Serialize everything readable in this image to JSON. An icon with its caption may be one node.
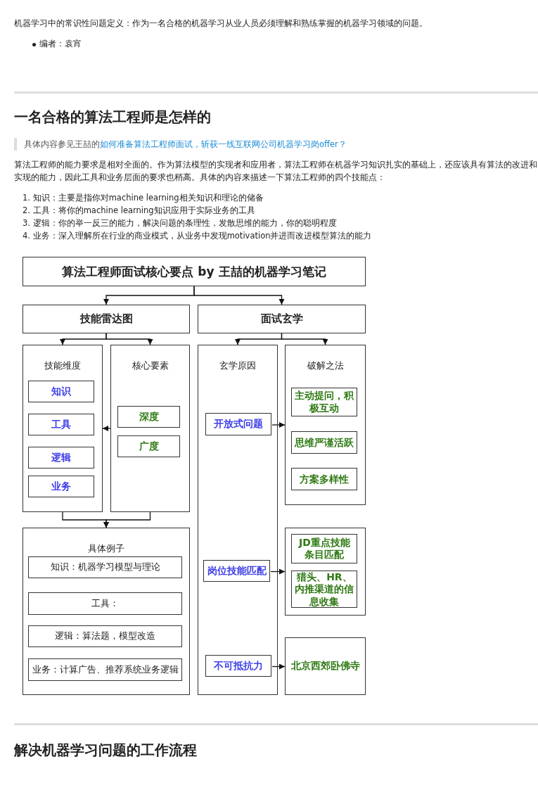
{
  "diagram": {
    "nodes": [
      {
        "text": [
          "算法工程师面试核心要点 by 王喆的机器学习笔记"
        ]
      },
      {
        "text": [
          "技能雷达图"
        ]
      },
      {
        "text": [
          "面试玄学"
        ]
      },
      {
        "text": [
          "技能维度"
        ]
      },
      {
        "text": [
          "知识"
        ],
        "in": 3
      },
      {
        "text": [
          "工具"
        ],
        "in": 3
      },
      {
        "text": [
          "逻辑"
        ],
        "in": 3
      },
      {
        "text": [
          "业务"
        ],
        "in": 3
      },
      {
        "text": [
          "核心要素"
        ]
      },
      {
        "text": [
          "深度"
        ],
        "in": 8
      },
      {
        "text": [
          "广度"
        ],
        "in": 8
      },
      {
        "text": [
          "具体例子"
        ]
      },
      {
        "text": [
          "知识：机器学习模型与理论"
        ],
        "in": 11
      },
      {
        "text": [
          "工具："
        ],
        "in": 11
      },
      {
        "text": [
          "逻辑：算法题，模型改造"
        ],
        "in": 11
      },
      {
        "text": [
          "业务：计算广告、推荐系统业务逻辑"
        ],
        "in": 11
      },
      {
        "text": [
          "玄学原因"
        ]
      },
      {
        "text": [
          "开放式问题"
        ],
        "in": 16
      },
      {
        "text": [
          "岗位技能匹配"
        ],
        "in": 16
      },
      {
        "text": [
          "不可抵抗力"
        ],
        "in": 16
      },
      {
        "text": [
          "破解之法"
        ]
      },
      {
        "text": [
          "主动提问，积极互动"
        ],
        "in": 20
      },
      {
        "text": [
          "思维严谨活跃"
        ],
        "in": 20
      },
      {
        "text": [
          "方案多样性"
        ],
        "in": 20
      },
      {
        "text": [],
        "shape": "box"
      },
      {
        "text": [
          "JD重点技能条目匹配"
        ],
        "in": 24
      },
      {
        "text": [
          "猎头、HR、内推渠道的信息收集"
        ],
        "in": 24
      },
      {
        "text": [
          "北京西郊卧佛寺"
        ]
      }
    ],
    "edges": [
      {
        "from": 0,
        "to": 1,
        "arrow": "to"
      },
      {
        "from": 0,
        "to": 2,
        "arrow": "to"
      },
      {
        "from": 1,
        "to": 3,
        "arrow": "to"
      },
      {
        "from": 1,
        "to": 8,
        "arrow": "to"
      },
      {
        "from": 8,
        "to": 3,
        "arrow": "to"
      },
      {
        "from": 3,
        "to": 11,
        "arrow": "to"
      },
      {
        "from": 8,
        "to": 11,
        "arrow": "to"
      },
      {
        "from": 2,
        "to": 16,
        "arrow": "to"
      },
      {
        "from": 2,
        "to": 20,
        "arrow": "to"
      },
      {
        "from": 17,
        "to": 20,
        "arrow": "to"
      },
      {
        "from": 18,
        "to": 24,
        "arrow": "to"
      },
      {
        "from": 19,
        "to": 27,
        "arrow": "to"
      }
    ],
    "labels": [
      "机器学习中的常识性问题定义：作为一名合格的机器学习从业人员必须理解和熟练掌握的机器学习领域的问题。",
      "编者：袁宵",
      "一名合格的算法工程师是怎样的",
      "具体内容参见王喆的",
      "如何准备算法工程师面试，斩获一线互联网公司机器学习岗offer？",
      "算法工程师的能力要求是相对全面的。作为算法模型的实现者和应用者，算法工程师在机器学习知识扎实的基础上，还应该具有算法的改进和实现的能力，因此工具和业务层面的要求也稍高。具体的内容来描述一下算法工程师的四个技能点：",
      "1. 知识：主要是指你对machine learning相关知识和理论的储备",
      "2. 工具：将你的machine learning知识应用于实际业务的工具",
      "3. 逻辑：你的举一反三的能力，解决问题的条理性，发散思维的能力，你的聪明程度",
      "4. 业务：深入理解所在行业的商业模式，从业务中发现motivation并进而改进模型算法的能力",
      "解决机器学习问题的工作流程"
    ]
  }
}
